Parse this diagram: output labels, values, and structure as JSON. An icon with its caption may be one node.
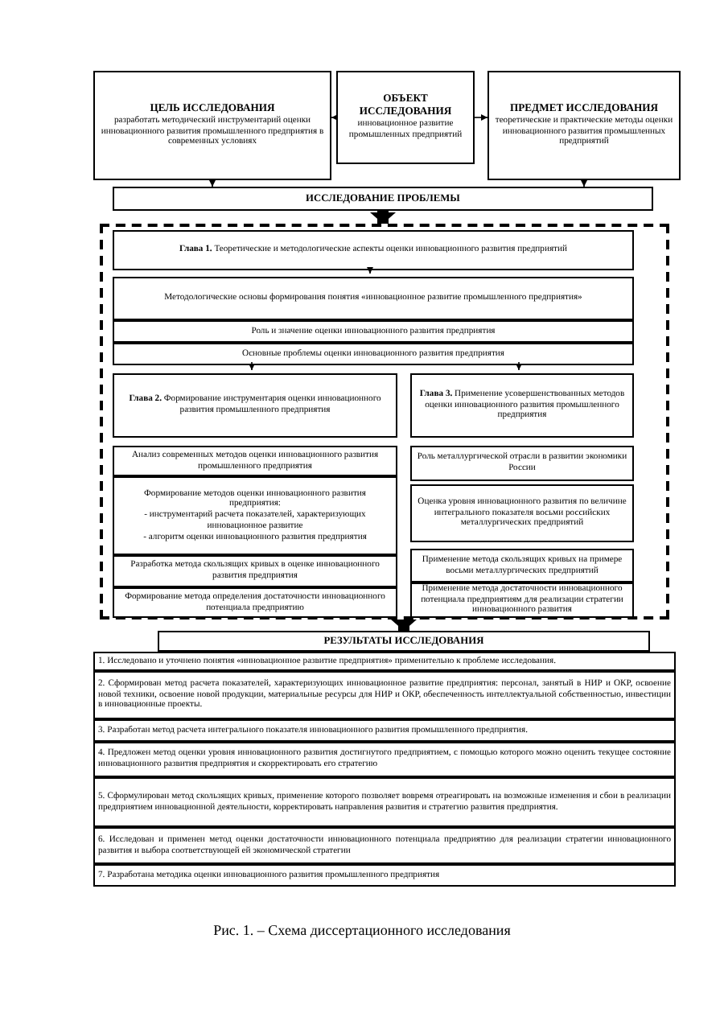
{
  "diagram": {
    "caption": "Рис. 1. – Схема диссертационного исследования",
    "nodes": [
      {
        "text": [
          "ЦЕЛЬ ИССЛЕДОВАНИЯ",
          "разработать методический инструментарий оценки инновационного развития промышленного предприятия в современных условиях"
        ]
      },
      {
        "text": [
          "ОБЪЕКТ ИССЛЕДОВАНИЯ",
          "инновационное развитие промышленных предприятий"
        ]
      },
      {
        "text": [
          "ПРЕДМЕТ ИССЛЕДОВАНИЯ",
          "теоретические и практические методы оценки инновационного развития промышленных предприятий"
        ]
      },
      {
        "text": [
          "ИССЛЕДОВАНИЕ ПРОБЛЕМЫ"
        ]
      },
      {
        "text": [],
        "shape": "box"
      },
      {
        "text": [
          "**Глава 1.** Теоретические и методологические аспекты оценки инновационного развития предприятий"
        ],
        "in": 4
      },
      {
        "text": [
          "Методологические основы формирования понятия «инновационное развитие промышленного предприятия»"
        ],
        "in": 4
      },
      {
        "text": [
          "Роль и значение оценки инновационного развития предприятия"
        ],
        "in": 4
      },
      {
        "text": [
          "Основные проблемы оценки инновационного развития предприятия"
        ],
        "in": 4
      },
      {
        "text": [
          "**Глава 2.** Формирование инструментария оценки инновационного развития промышленного предприятия"
        ],
        "in": 4
      },
      {
        "text": [
          "**Глава 3.** Применение усовершенствованных методов оценки инновационного развития промышленного предприятия"
        ],
        "in": 4
      },
      {
        "text": [
          "Анализ современных методов оценки инновационного развития промышленного предприятия"
        ],
        "in": 4
      },
      {
        "text": [
          "Формирование методов оценки инновационного развития предприятия:",
          "- инструментарий расчета показателей, характеризующих инновационное развитие",
          "- алгоритм оценки инновационного развития предприятия"
        ],
        "in": 4
      },
      {
        "text": [
          "Разработка метода скользящих кривых в оценке инновационного развития предприятия"
        ],
        "in": 4
      },
      {
        "text": [
          "Формирование метода определения достаточности инновационного потенциала предприятию"
        ],
        "in": 4
      },
      {
        "text": [
          "Роль металлургической отрасли в развитии экономики России"
        ],
        "in": 4
      },
      {
        "text": [
          "Оценка уровня инновационного развития по величине интегрального показателя восьми российских металлургических предприятий"
        ],
        "in": 4
      },
      {
        "text": [
          "Применение метода скользящих кривых на примере восьми металлургических предприятий"
        ],
        "in": 4
      },
      {
        "text": [
          "Применение метода достаточности инновационного потенциала предприятиям для реализации стратегии инновационного развития"
        ],
        "in": 4
      },
      {
        "text": [
          "РЕЗУЛЬТАТЫ ИССЛЕДОВАНИЯ"
        ]
      },
      {
        "text": [
          "1. Исследовано и уточнено понятия «инновационное развитие предприятия» применительно к проблеме исследования."
        ]
      },
      {
        "text": [
          "2. Сформирован метод расчета показателей, характеризующих инновационное развитие предприятия: персонал, занятый в НИР и ОКР, освоение новой техники, освоение новой продукции, материальные ресурсы для НИР и ОКР, обеспеченность интеллектуальной собственностью, инвестиции в инновационные проекты."
        ]
      },
      {
        "text": [
          "3. Разработан метод расчета интегрального показателя инновационного развития промышленного предприятия."
        ]
      },
      {
        "text": [
          "4. Предложен метод оценки уровня инновационного развития достигнутого предприятием, с помощью которого можно оценить текущее состояние инновационного развития предприятия и скорректировать его стратегию"
        ]
      },
      {
        "text": [
          "5. Сформулирован метод скользящих кривых, применение которого позволяет вовремя отреагировать на возможные изменения и сбои в реализации предприятием инновационной деятельности, корректировать направления развития и стратегию развития предприятия."
        ]
      },
      {
        "text": [
          "6. Исследован и применен метод оценки достаточности инновационного потенциала предприятию для реализации стратегии инновационного развития и выбора соответствующей ей экономической стратегии"
        ]
      },
      {
        "text": [
          "7. Разработана методика оценки инновационного развития промышленного предприятия"
        ]
      }
    ],
    "edges": [
      {
        "from": 1,
        "to": 0,
        "arrow": "to"
      },
      {
        "from": 1,
        "to": 2,
        "arrow": "to"
      },
      {
        "from": 0,
        "to": 3,
        "arrow": "to"
      },
      {
        "from": 2,
        "to": 3,
        "arrow": "to"
      },
      {
        "from": 3,
        "to": 4,
        "arrow": "to",
        "style": "thick"
      },
      {
        "from": 5,
        "to": 6,
        "arrow": "to"
      },
      {
        "from": 8,
        "to": 9,
        "arrow": "to"
      },
      {
        "from": 8,
        "to": 10,
        "arrow": "to"
      },
      {
        "from": 4,
        "to": 19,
        "arrow": "to",
        "style": "thick"
      }
    ]
  }
}
